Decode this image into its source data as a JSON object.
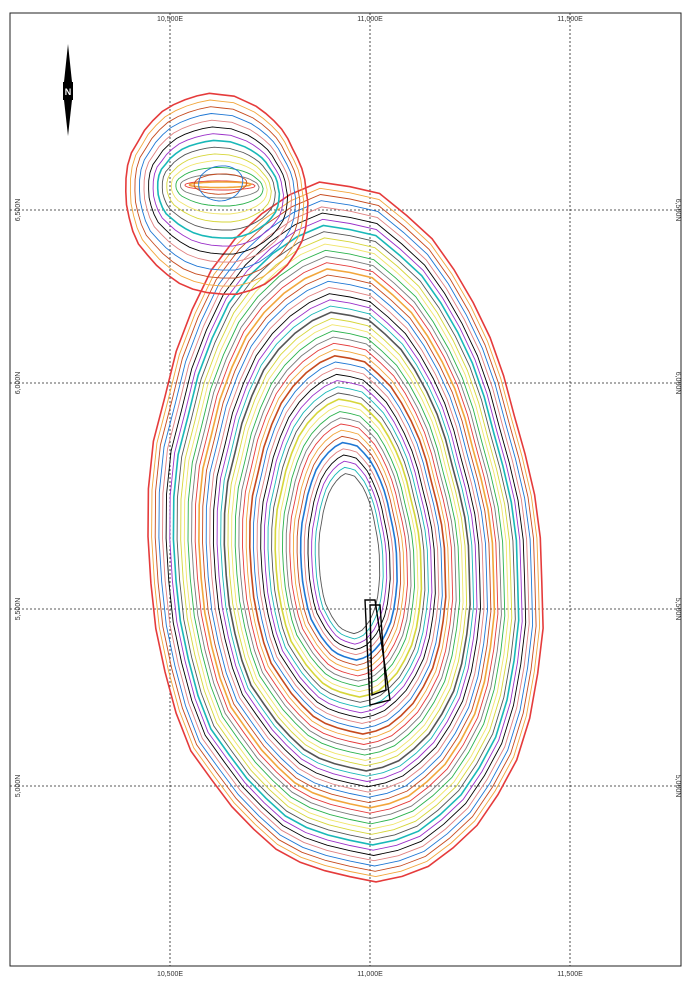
{
  "map": {
    "grid": {
      "eastings": [
        "10,500E",
        "11,000E",
        "11,500E"
      ],
      "northings": [
        "6,500N",
        "6,000N",
        "5,500N",
        "5,000N"
      ]
    },
    "north_arrow": {
      "letter": "N"
    },
    "contour_palette": [
      "#e53b3b",
      "#555555",
      "#1f77d4",
      "#2bb24c",
      "#9b30c9",
      "#f2a63b",
      "#d6d63a",
      "#e08080",
      "#7a7a7a",
      "#19b8b8",
      "#c64a1e",
      "#f0e56a",
      "#000000"
    ]
  }
}
